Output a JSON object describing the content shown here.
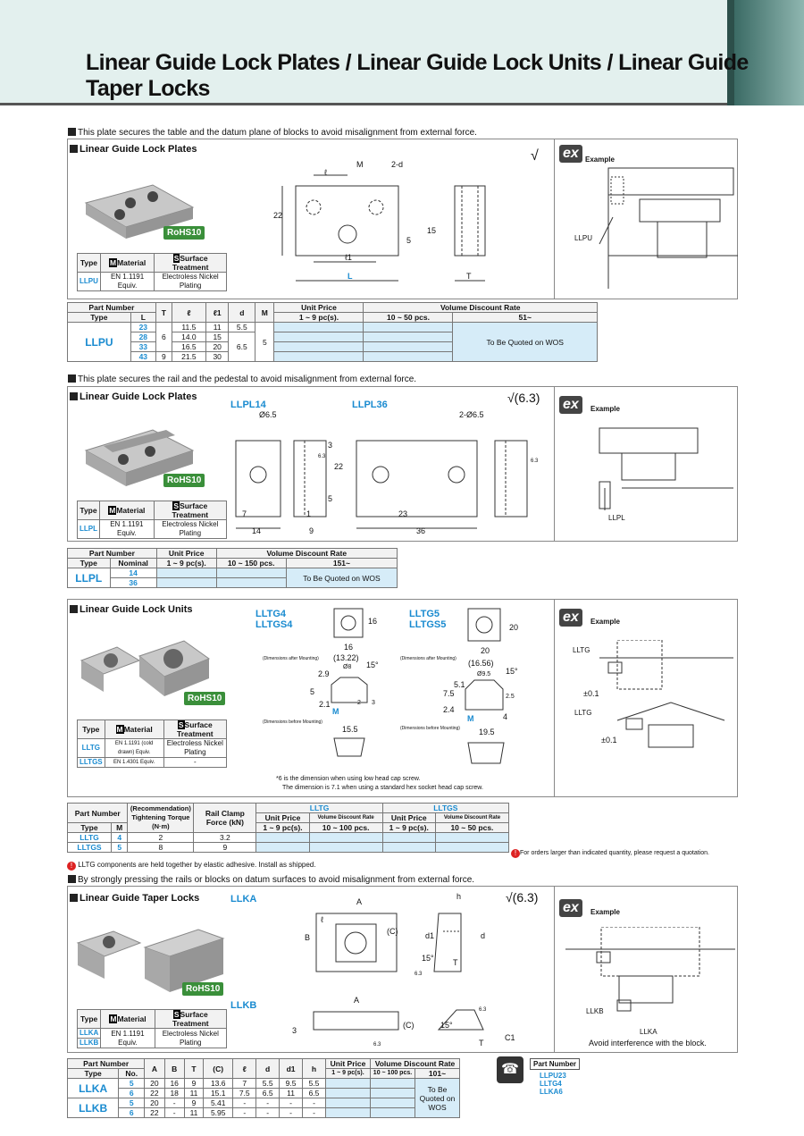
{
  "page_title": "Linear Guide Lock Plates / Linear Guide Lock Units / Linear Guide Taper Locks",
  "s1": {
    "note": "This plate secures the table and the datum plane of blocks to avoid misalignment from external force.",
    "box_title": "Linear Guide Lock Plates",
    "rohs": "RoHS10",
    "mat": {
      "h_type": "Type",
      "h_mat": "Material",
      "h_surf": "Surface Treatment",
      "m_badge": "M",
      "s_badge": "S",
      "type": "LLPU",
      "material": "EN 1.1191 Equiv.",
      "surface": "Electroless Nickel Plating"
    },
    "dims": {
      "M": "M",
      "twod": "2-d",
      "l": "ℓ",
      "l1": "ℓ1",
      "L": "L",
      "T": "T",
      "d22": "22",
      "d15": "15",
      "d5": "5"
    },
    "ex_label": "Example",
    "ex_part": "LLPU",
    "ex": "ex",
    "tbl": {
      "h_pn": "Part Number",
      "h_type": "Type",
      "h_L": "L",
      "h_T": "T",
      "h_l": "ℓ",
      "h_l1": "ℓ1",
      "h_d": "d",
      "h_M": "M",
      "h_up": "Unit Price",
      "h_up_sub": "1 ~ 9 pc(s).",
      "h_vdr": "Volume Discount Rate",
      "h_vdr1": "10 ~ 50 pcs.",
      "h_vdr2": "51~",
      "type": "LLPU",
      "quote": "To Be Quoted on WOS",
      "rows": [
        {
          "L": "23",
          "l": "11.5",
          "l1": "11",
          "d": "5.5"
        },
        {
          "L": "28",
          "l": "14.0",
          "l1": "15",
          "d": ""
        },
        {
          "L": "33",
          "l": "16.5",
          "l1": "20",
          "d": ""
        },
        {
          "L": "43",
          "T": "9",
          "l": "21.5",
          "l1": "30"
        }
      ],
      "T6": "6",
      "d65": "6.5",
      "M5": "5"
    }
  },
  "s2": {
    "note": "This plate secures the rail and the pedestal to avoid misalignment from external force.",
    "box_title": "Linear Guide Lock Plates",
    "rohs": "RoHS10",
    "mat": {
      "h_type": "Type",
      "h_mat": "Material",
      "h_surf": "Surface Treatment",
      "m_badge": "M",
      "s_badge": "S",
      "type": "LLPL",
      "material": "EN 1.1191 Equiv.",
      "surface": "Electroless Nickel Plating"
    },
    "llpl14": "LLPL14",
    "llpl36": "LLPL36",
    "dims": {
      "d65": "Ø6.5",
      "d2_65": "2-Ø6.5",
      "d22": "22",
      "d7": "7",
      "d14": "14",
      "d1": "1",
      "d9": "9",
      "d3": "3",
      "d5": "5",
      "d23": "23",
      "d36": "36",
      "d63": "6.3",
      "d63b": "6.3"
    },
    "ex_label": "Example",
    "ex_part": "LLPL",
    "ex": "ex",
    "tbl": {
      "h_pn": "Part Number",
      "h_type": "Type",
      "h_nom": "Nominal",
      "h_up": "Unit Price",
      "h_up_sub": "1 ~ 9 pc(s).",
      "h_vdr": "Volume Discount Rate",
      "h_vdr1": "10 ~ 150 pcs.",
      "h_vdr2": "151~",
      "type": "LLPL",
      "n1": "14",
      "n2": "36",
      "quote": "To Be Quoted on WOS"
    }
  },
  "s3": {
    "box_title": "Linear Guide Lock Units",
    "rohs": "RoHS10",
    "mat": {
      "h_type": "Type",
      "h_mat": "Material",
      "h_surf": "Surface Treatment",
      "m_badge": "M",
      "s_badge": "S",
      "t1": "LLTG",
      "m1": "EN 1.1191 (cold drawn) Equiv.",
      "s1": "Electroless Nickel Plating",
      "t2": "LLTGS",
      "m2": "EN 1.4301 Equiv.",
      "s2": "-"
    },
    "lltg4": "LLTG4",
    "lltgs4": "LLTGS4",
    "lltg5": "LLTG5",
    "lltgs5": "LLTGS5",
    "dims": {
      "a16": "16",
      "a16b": "16",
      "a1322": "(13.22)",
      "a8": "Ø8",
      "a15d": "15°",
      "a29": "2.9",
      "a5": "5",
      "a21": "2.1",
      "a2": "2",
      "a3": "3",
      "aM": "M",
      "a155": "15.5",
      "b20": "20",
      "b20b": "20",
      "b1656": "(16.56)",
      "b95": "Ø9.5",
      "b15d": "15°",
      "b75": "7.5",
      "b51": "5.1",
      "b24": "2.4",
      "b25": "2.5",
      "b4": "4",
      "bM": "M",
      "b195": "19.5",
      "da": "(Dimensions after Mounting)",
      "db": "(Dimensions before Mounting)",
      "da2": "(Dimensions after Mounting)",
      "db2": "(Dimensions before Mounting)"
    },
    "foot1": "*6 is the dimension when using low head cap screw.",
    "foot2": "The dimension is 7.1 when using a standard hex socket head cap screw.",
    "ex_label": "Example",
    "ex_p1": "LLTG",
    "ex_p2": "LLTG",
    "ex_tol1": "±0.1",
    "ex_tol2": "±0.1",
    "ex": "ex",
    "tbl": {
      "h_pn": "Part Number",
      "h_type": "Type",
      "h_M": "M",
      "h_torque": "(Recommendation) Tightening Torque (N·m)",
      "h_rcf": "Rail Clamp Force (kN)",
      "h_lltg": "LLTG",
      "h_lltgs": "LLTGS",
      "h_up": "Unit Price",
      "h_vdr": "Volume Discount Rate",
      "h_up2": "Unit Price",
      "h_vdr2": "Volume Discount Rate",
      "h_up_sub": "1 ~ 9 pc(s).",
      "h_vdr_sub": "10 ~ 100 pcs.",
      "h_up_sub2": "1 ~ 9 pc(s).",
      "h_vdr_sub2": "10 ~ 50 pcs.",
      "t1": "LLTG",
      "t2": "LLTGS",
      "m1": "4",
      "m2": "5",
      "tq1": "2",
      "tq2": "8",
      "rc1": "3.2",
      "rc2": "9"
    },
    "side_note": "For orders larger than indicated quantity, please request a quotation.",
    "bottom_note": "LLTG components are held together by elastic adhesive. Install as shipped."
  },
  "s4": {
    "note": "By strongly pressing the rails or blocks on datum surfaces to avoid misalignment from external force.",
    "box_title": "Linear Guide Taper Locks",
    "rohs": "RoHS10",
    "mat": {
      "h_type": "Type",
      "h_mat": "Material",
      "h_surf": "Surface Treatment",
      "m_badge": "M",
      "s_badge": "S",
      "t1": "LLKA",
      "t2": "LLKB",
      "material": "EN 1.1191 Equiv.",
      "surface": "Electroless Nickel Plating"
    },
    "llka": "LLKA",
    "llkb": "LLKB",
    "dims": {
      "A": "A",
      "B": "B",
      "l": "ℓ",
      "C": "(C)",
      "h": "h",
      "d1": "d1",
      "d": "d",
      "T": "T",
      "a15": "15°",
      "c63": "6.3",
      "A2": "A",
      "three": "3",
      "C2": "(C)",
      "b15": "15°",
      "T2": "T",
      "C1": "C1",
      "e63": "6.3",
      "g63": "6.3"
    },
    "ex_label": "Example",
    "ex_p1": "LLKB",
    "ex_p2": "LLKA",
    "ex_note": "Avoid interference with the block.",
    "ex": "ex",
    "tbl": {
      "h_pn": "Part Number",
      "h_type": "Type",
      "h_no": "No.",
      "h_A": "A",
      "h_B": "B",
      "h_T": "T",
      "h_C": "(C)",
      "h_l": "ℓ",
      "h_d": "d",
      "h_d1": "d1",
      "h_h": "h",
      "h_up": "Unit Price",
      "h_up_sub": "1 ~ 9 pc(s).",
      "h_vdr": "Volume Discount Rate",
      "h_vdr1": "10 ~ 100 pcs.",
      "h_vdr2": "101~",
      "quote": "To Be Quoted on WOS",
      "ka": "LLKA",
      "kb": "LLKB",
      "rows": [
        [
          "5",
          "20",
          "16",
          "9",
          "13.6",
          "7",
          "5.5",
          "9.5",
          "5.5"
        ],
        [
          "6",
          "22",
          "18",
          "11",
          "15.1",
          "7.5",
          "6.5",
          "11",
          "6.5"
        ],
        [
          "5",
          "20",
          "-",
          "9",
          "5.41",
          "-",
          "-",
          "-",
          "-"
        ],
        [
          "6",
          "22",
          "-",
          "11",
          "5.95",
          "-",
          "-",
          "-",
          "-"
        ]
      ]
    },
    "pn_label": "Part Number",
    "pn1": "LLPU23",
    "pn2": "LLTG4",
    "pn3": "LLKA6"
  }
}
